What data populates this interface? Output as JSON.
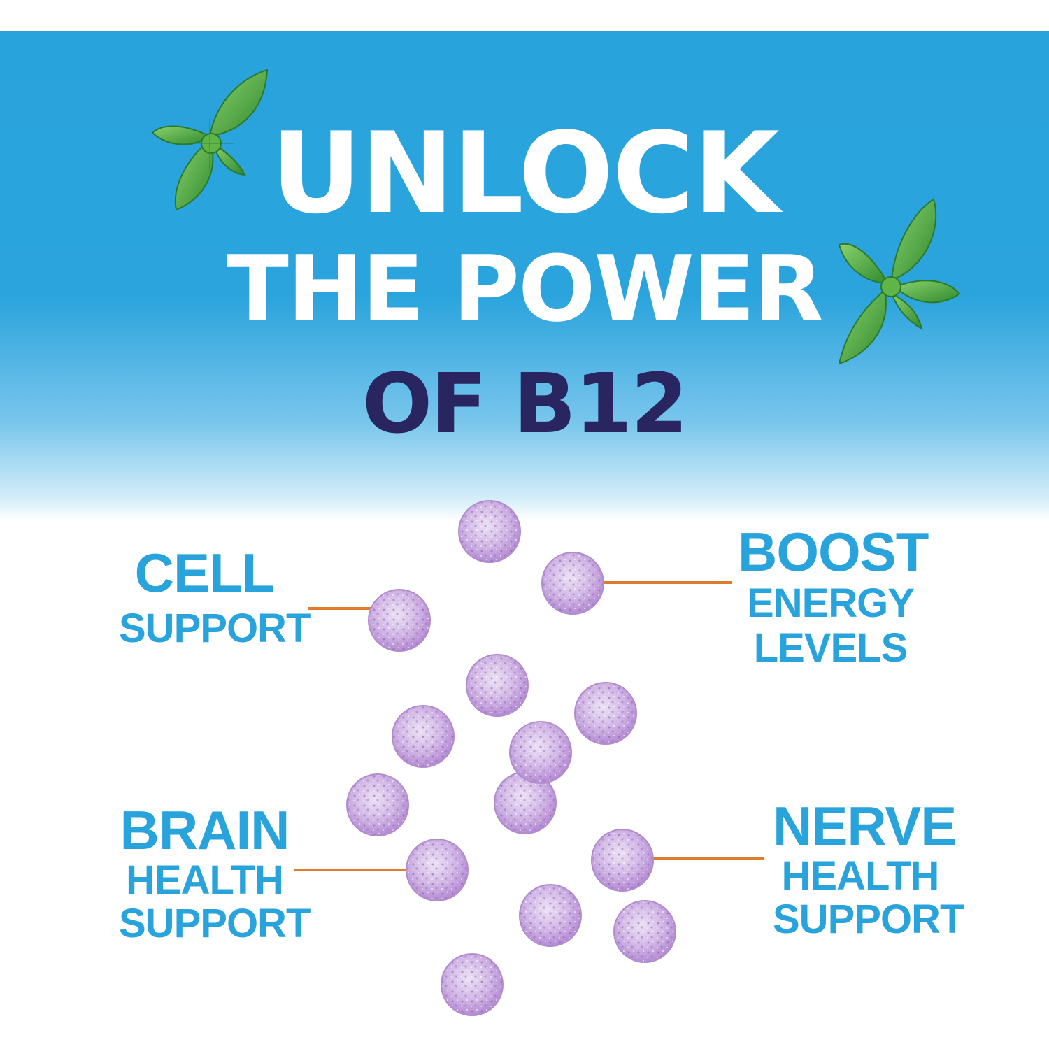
{
  "headline": {
    "line1": "UNLOCK",
    "line2": "THE POWER",
    "line3": "OF B12"
  },
  "benefits": {
    "cell": {
      "big": "CELL",
      "small1": "SUPPORT"
    },
    "boost": {
      "big": "BOOST",
      "small1": "ENERGY",
      "small2": "LEVELS"
    },
    "brain": {
      "big": "BRAIN",
      "small1": "HEALTH",
      "small2": "SUPPORT"
    },
    "nerve": {
      "big": "NERVE",
      "small1": "HEALTH",
      "small2": "SUPPORT"
    }
  },
  "decorations": {
    "leaf_icon": "mint-leaf-icon",
    "tablet_icon": "b12-tablet-icon"
  },
  "colors": {
    "sky_blue": "#29a3dc",
    "navy": "#282560",
    "connector_orange": "#e07b2c",
    "tablet_lavender": "#c8a8de",
    "tablet_purple": "#8a55b8",
    "mint_green": "#4aa33a"
  }
}
